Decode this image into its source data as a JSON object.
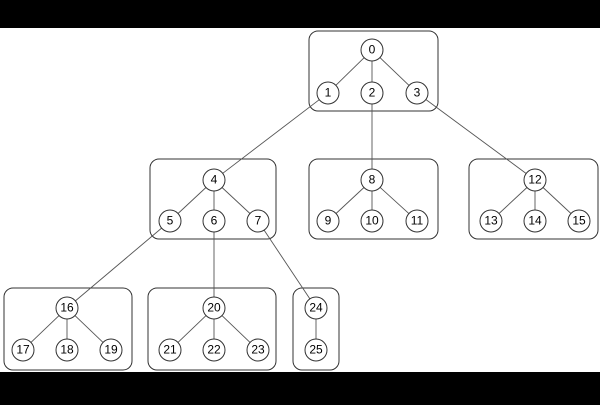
{
  "diagram": {
    "colors": {
      "letterbox": "#000000",
      "canvas": "#ffffff",
      "stroke": "#333333",
      "edge": "#555555",
      "node_fill": "#ffffff",
      "text": "#000000"
    },
    "nodes": [
      {
        "id": 0,
        "label": "0",
        "group": "g0",
        "parent": null
      },
      {
        "id": 1,
        "label": "1",
        "group": "g0",
        "parent": 0
      },
      {
        "id": 2,
        "label": "2",
        "group": "g0",
        "parent": 0
      },
      {
        "id": 3,
        "label": "3",
        "group": "g0",
        "parent": 0
      },
      {
        "id": 4,
        "label": "4",
        "group": "g4",
        "parent": 1
      },
      {
        "id": 5,
        "label": "5",
        "group": "g4",
        "parent": 4
      },
      {
        "id": 6,
        "label": "6",
        "group": "g4",
        "parent": 4
      },
      {
        "id": 7,
        "label": "7",
        "group": "g4",
        "parent": 4
      },
      {
        "id": 8,
        "label": "8",
        "group": "g8",
        "parent": 2
      },
      {
        "id": 9,
        "label": "9",
        "group": "g8",
        "parent": 8
      },
      {
        "id": 10,
        "label": "10",
        "group": "g8",
        "parent": 8
      },
      {
        "id": 11,
        "label": "11",
        "group": "g8",
        "parent": 8
      },
      {
        "id": 12,
        "label": "12",
        "group": "g12",
        "parent": 3
      },
      {
        "id": 13,
        "label": "13",
        "group": "g12",
        "parent": 12
      },
      {
        "id": 14,
        "label": "14",
        "group": "g12",
        "parent": 12
      },
      {
        "id": 15,
        "label": "15",
        "group": "g12",
        "parent": 12
      },
      {
        "id": 16,
        "label": "16",
        "group": "g16",
        "parent": 5
      },
      {
        "id": 17,
        "label": "17",
        "group": "g16",
        "parent": 16
      },
      {
        "id": 18,
        "label": "18",
        "group": "g16",
        "parent": 16
      },
      {
        "id": 19,
        "label": "19",
        "group": "g16",
        "parent": 16
      },
      {
        "id": 20,
        "label": "20",
        "group": "g20",
        "parent": 6
      },
      {
        "id": 21,
        "label": "21",
        "group": "g20",
        "parent": 20
      },
      {
        "id": 22,
        "label": "22",
        "group": "g20",
        "parent": 20
      },
      {
        "id": 23,
        "label": "23",
        "group": "g20",
        "parent": 20
      },
      {
        "id": 24,
        "label": "24",
        "group": "g24",
        "parent": 7
      },
      {
        "id": 25,
        "label": "25",
        "group": "g24",
        "parent": 24
      }
    ]
  }
}
